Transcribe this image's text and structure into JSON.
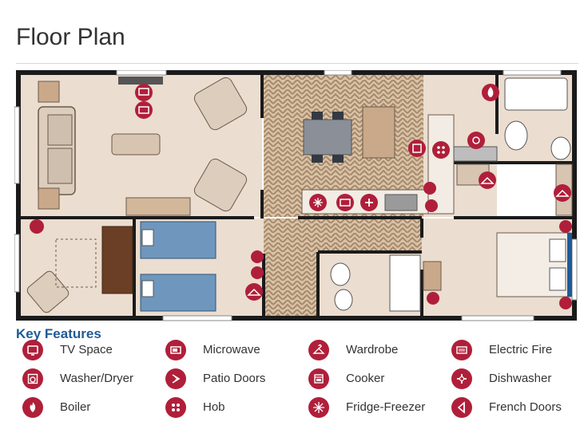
{
  "page": {
    "title": "Floor Plan"
  },
  "key": {
    "title": "Key Features",
    "items": [
      {
        "label": "TV Space",
        "icon": "tv-icon"
      },
      {
        "label": "Microwave",
        "icon": "microwave-icon"
      },
      {
        "label": "Wardrobe",
        "icon": "wardrobe-icon"
      },
      {
        "label": "Electric Fire",
        "icon": "electric-fire-icon"
      },
      {
        "label": "Washer/Dryer",
        "icon": "washer-dryer-icon"
      },
      {
        "label": "Patio Doors",
        "icon": "patio-doors-icon"
      },
      {
        "label": "Cooker",
        "icon": "cooker-icon"
      },
      {
        "label": "Dishwasher",
        "icon": "dishwasher-icon"
      },
      {
        "label": "Boiler",
        "icon": "boiler-icon"
      },
      {
        "label": "Hob",
        "icon": "hob-icon"
      },
      {
        "label": "Fridge-Freezer",
        "icon": "fridge-freezer-icon"
      },
      {
        "label": "French Doors",
        "icon": "french-doors-icon"
      }
    ]
  },
  "colors": {
    "accent": "#b01f3a",
    "heading": "#1f5a97",
    "wall": "#1a1a1a",
    "floor": "#ebddd0",
    "parquet": "#b39a80",
    "bed": "#6f97bd",
    "sofa": "#6b3f26"
  }
}
